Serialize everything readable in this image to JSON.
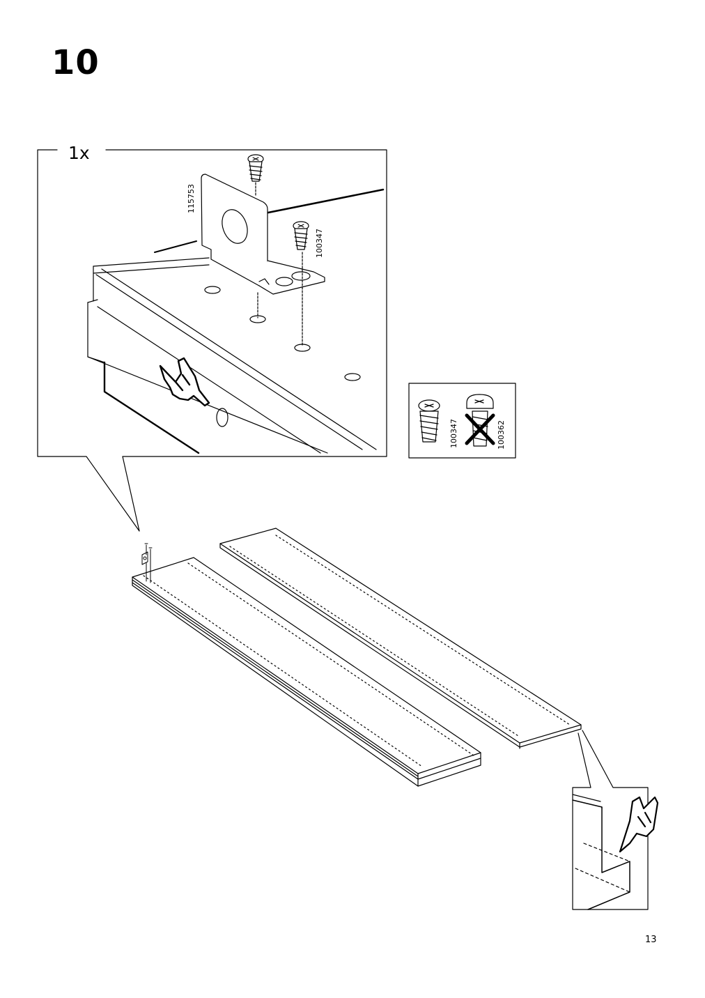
{
  "step": {
    "number": "10"
  },
  "detail_callout": {
    "quantity": "1x",
    "bracket_part_number": "115753",
    "screw_part_number": "100347"
  },
  "screw_comparison": {
    "correct_screw": "100347",
    "wrong_screw": "100362"
  },
  "page": {
    "number": "13"
  }
}
